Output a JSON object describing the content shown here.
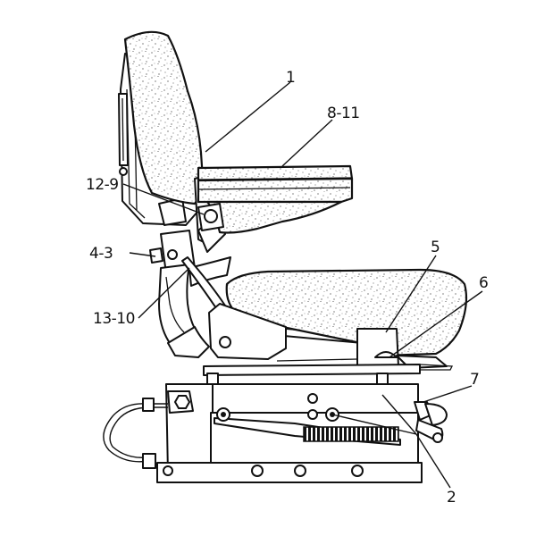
{
  "callouts": [
    {
      "id": "1",
      "text": "1"
    },
    {
      "id": "8-11",
      "text": "8-11"
    },
    {
      "id": "12-9",
      "text": "12-9"
    },
    {
      "id": "4-3",
      "text": "4-3"
    },
    {
      "id": "5",
      "text": "5"
    },
    {
      "id": "6",
      "text": "6"
    },
    {
      "id": "13-10",
      "text": "13-10"
    },
    {
      "id": "7",
      "text": "7"
    },
    {
      "id": "2",
      "text": "2"
    }
  ]
}
